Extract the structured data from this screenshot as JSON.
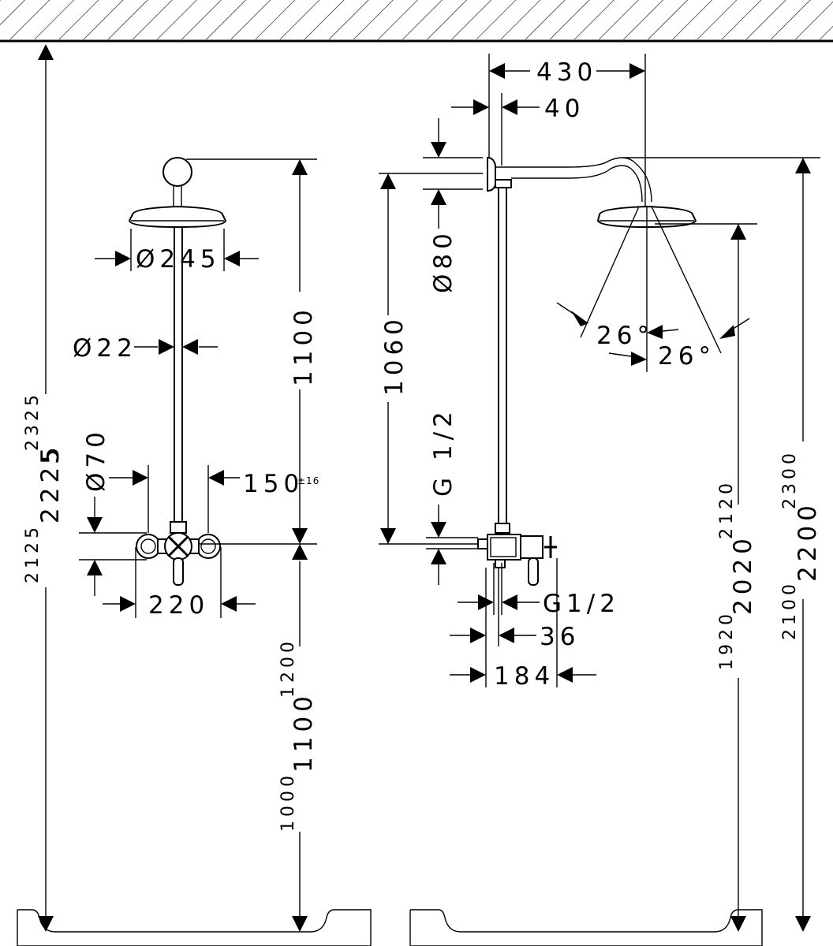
{
  "front_view": {
    "head_diameter": "Ø245",
    "pipe_diameter": "Ø22",
    "flange_diameter": "Ø70",
    "arm_to_outlet": "1100",
    "centre_spacing": "150",
    "centre_spacing_tolerance": "±16",
    "valve_width": "220",
    "outlet_height": "1100",
    "outlet_height_min": "1000",
    "outlet_height_max": "1200",
    "overall_height": "2225",
    "overall_height_min": "2125",
    "overall_height_max": "2325",
    "overall_height_sub": "5"
  },
  "side_view": {
    "arm_projection": "430",
    "wall_offset": "40",
    "wall_flange_diameter": "Ø80",
    "riser_length": "1060",
    "connection_thread": "G 1/2",
    "thread_inlet": "G1/2",
    "inlet_offset": "36",
    "valve_depth": "184",
    "spray_angle_1": "26°",
    "spray_angle_2": "26°",
    "head_height": "2020",
    "head_height_min": "1920",
    "head_height_max": "2120",
    "arm_height": "2200",
    "arm_height_min": "2100",
    "arm_height_max": "2300"
  }
}
